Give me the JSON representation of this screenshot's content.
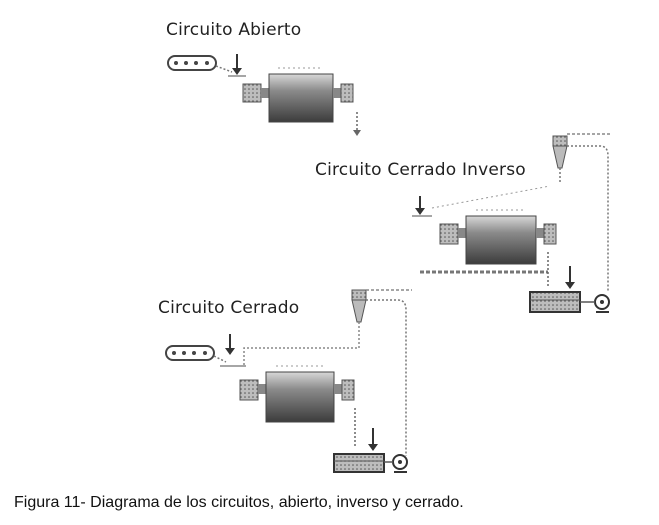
{
  "diagrams": {
    "open": {
      "title": "Circuito Abierto"
    },
    "reverse": {
      "title": "Circuito Cerrado Inverso"
    },
    "closed": {
      "title": "Circuito Cerrado"
    }
  },
  "caption": "Figura 11- Diagrama de los circuitos, abierto, inverso y cerrado.",
  "colors": {
    "line": "#555555",
    "mill": "#6e6e6e",
    "text": "#222222"
  }
}
